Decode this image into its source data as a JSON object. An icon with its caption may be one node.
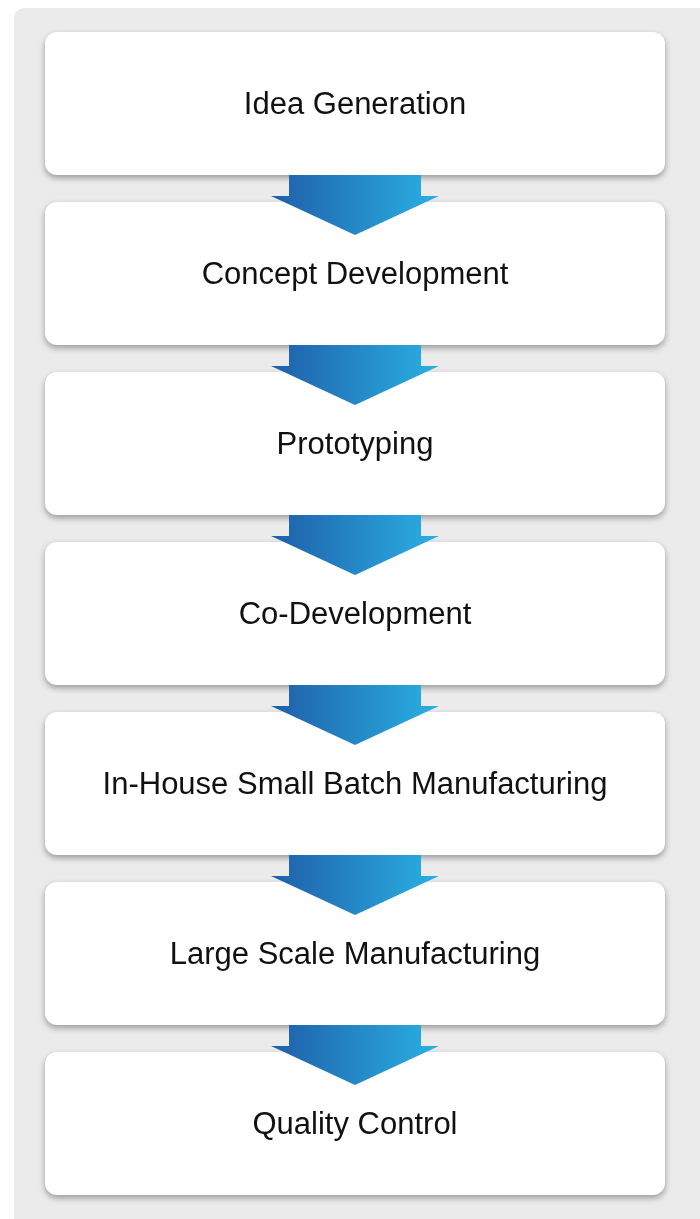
{
  "diagram": {
    "nodes": [
      {
        "text": [
          "Idea Generation"
        ]
      },
      {
        "text": [
          "Concept Development"
        ]
      },
      {
        "text": [
          "Prototyping"
        ]
      },
      {
        "text": [
          "Co-Development"
        ]
      },
      {
        "text": [
          "In-House Small Batch Manufacturing"
        ]
      },
      {
        "text": [
          "Large Scale Manufacturing"
        ]
      },
      {
        "text": [
          "Quality Control"
        ]
      }
    ],
    "edges": [
      {
        "from": 0,
        "to": 1,
        "arrow": "to"
      },
      {
        "from": 1,
        "to": 2,
        "arrow": "to"
      },
      {
        "from": 2,
        "to": 3,
        "arrow": "to"
      },
      {
        "from": 3,
        "to": 4,
        "arrow": "to"
      },
      {
        "from": 4,
        "to": 5,
        "arrow": "to"
      },
      {
        "from": 5,
        "to": 6,
        "arrow": "to"
      }
    ]
  }
}
